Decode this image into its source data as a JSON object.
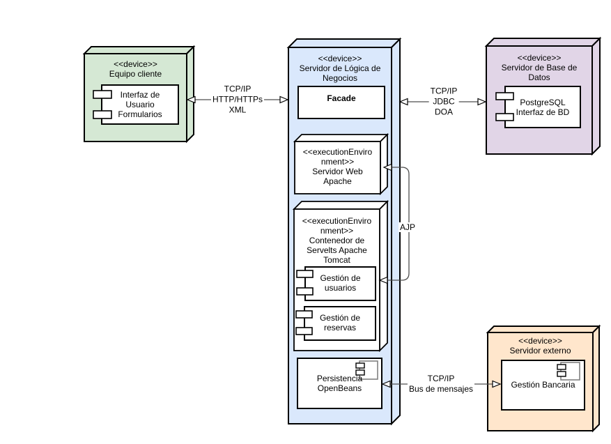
{
  "diagram_title": "UML deployment diagram",
  "colors": {
    "client_fill": "#d5e8d4",
    "logic_fill": "#dae8fc",
    "db_fill": "#e1d5e7",
    "external_fill": "#ffe6cc",
    "env_fill": "#ffffff",
    "component_fill": "#ffffff",
    "border": "#000000",
    "connector": "#4d4d4d",
    "component_icon": "#808080"
  },
  "nodes": {
    "client": {
      "title": "<<device>>\nEquipo cliente",
      "component": "Interfaz de\nUsuario\nFormularios"
    },
    "logic": {
      "title": "<<device>>\nServidor de Lógica de\nNegocios",
      "facade": "Facade",
      "apache": "<<executionEnviro\nnment>>\nServidor Web\nApache",
      "tomcat": "<<executionEnviro\nnment>>\nContenedor de\nServelts Apache\nTomcat",
      "usuarios": "Gestión de\nusuarios",
      "reservas": "Gestión de\nreservas",
      "persistencia": "Persistencia\nOpenBeans"
    },
    "db": {
      "title": "<<device>>\nServidor de Base de\nDatos",
      "component": "PostgreSQL\nInterfaz de BD"
    },
    "external": {
      "title": "<<device>>\nServidor externo",
      "component": "Gestión Bancaria"
    }
  },
  "connections": {
    "client_logic": "TCP/IP\nHTTP/HTTPs\nXML",
    "logic_db": "TCP/IP\nJDBC\nDOA",
    "ajp": "AJP",
    "logic_external": "TCP/IP\nBus de mensajes"
  }
}
